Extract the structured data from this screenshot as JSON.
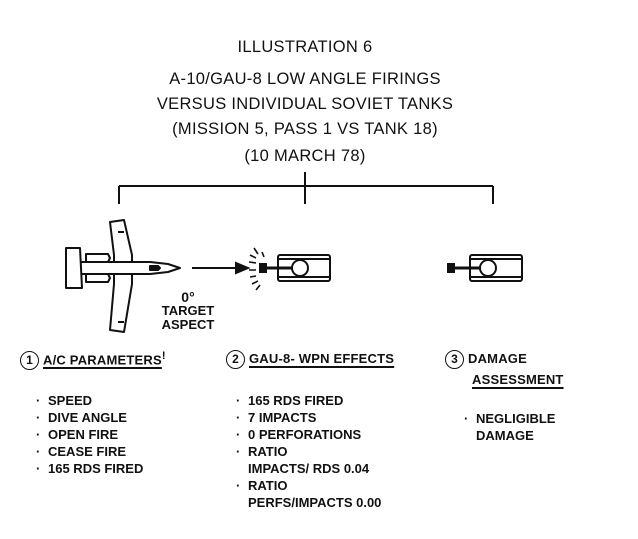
{
  "title": {
    "line1": "ILLUSTRATION 6",
    "line2": "A-10/GAU-8 LOW ANGLE FIRINGS",
    "line3": "VERSUS INDIVIDUAL SOVIET TANKS",
    "line4": "(MISSION 5, PASS 1 VS TANK 18)",
    "line5": "(10 MARCH 78)"
  },
  "aspect": {
    "angle": "0°",
    "label1": "TARGET",
    "label2": "ASPECT"
  },
  "sections": [
    {
      "number": "1",
      "header": "A/C PARAMETERS",
      "footnote_mark": "!",
      "items": [
        "SPEED",
        "DIVE ANGLE",
        "OPEN FIRE",
        "CEASE FIRE",
        "165 RDS FIRED"
      ]
    },
    {
      "number": "2",
      "header": "GAU-8- WPN EFFECTS",
      "items": [
        "165 RDS FIRED",
        "7 IMPACTS",
        "0 PERFORATIONS",
        "RATIO",
        "IMPACTS/ RDS 0.04",
        "RATIO",
        "PERFS/IMPACTS 0.00"
      ]
    },
    {
      "number": "3",
      "header_line1": "DAMAGE",
      "header_line2": "ASSESSMENT",
      "items": [
        "NEGLIGIBLE",
        "DAMAGE"
      ]
    }
  ],
  "icons": [
    "aircraft-icon",
    "arrow-icon",
    "muzzle-burst-icon",
    "tank-icon"
  ]
}
